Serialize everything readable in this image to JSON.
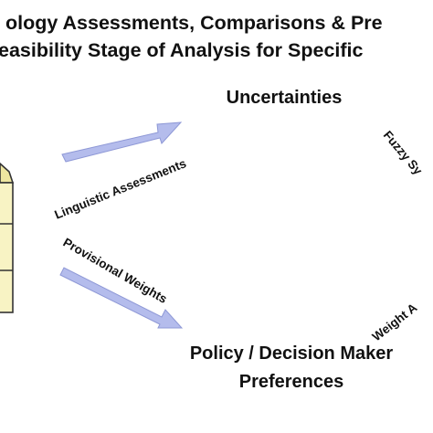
{
  "title": {
    "line1": "ology Assessments, Comparisons & Pre",
    "line2": "easibility Stage of Analysis for Specific"
  },
  "nodes": {
    "uncertainties": "Uncertainties",
    "preferences_line1": "Policy / Decision Maker",
    "preferences_line2": "Preferences"
  },
  "edges": {
    "linguistic": "Linguistic Assessments",
    "provisional": "Provisional Weights",
    "fuzzy": "Fuzzy Sy",
    "weight": "Weight A"
  },
  "colors": {
    "arrow_fill": "#b4bcec",
    "arrow_stroke": "#8e98d6",
    "box_fill": "#f8f3c4",
    "box_top": "#eee6a0",
    "box_stroke": "#333333"
  }
}
